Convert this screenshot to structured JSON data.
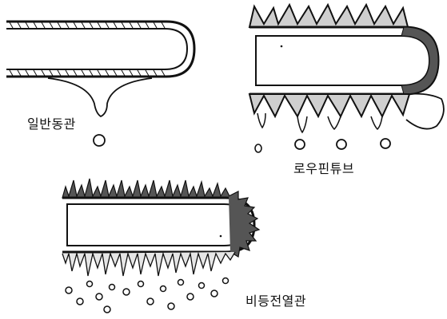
{
  "labels": {
    "plain_tube": "일반동관",
    "low_fin_tube": "로우핀튜브",
    "boiling_tube": "비등전열관"
  },
  "colors": {
    "ink": "#111111",
    "fin_fill": "#cfcfcf",
    "paper": "#ffffff"
  }
}
